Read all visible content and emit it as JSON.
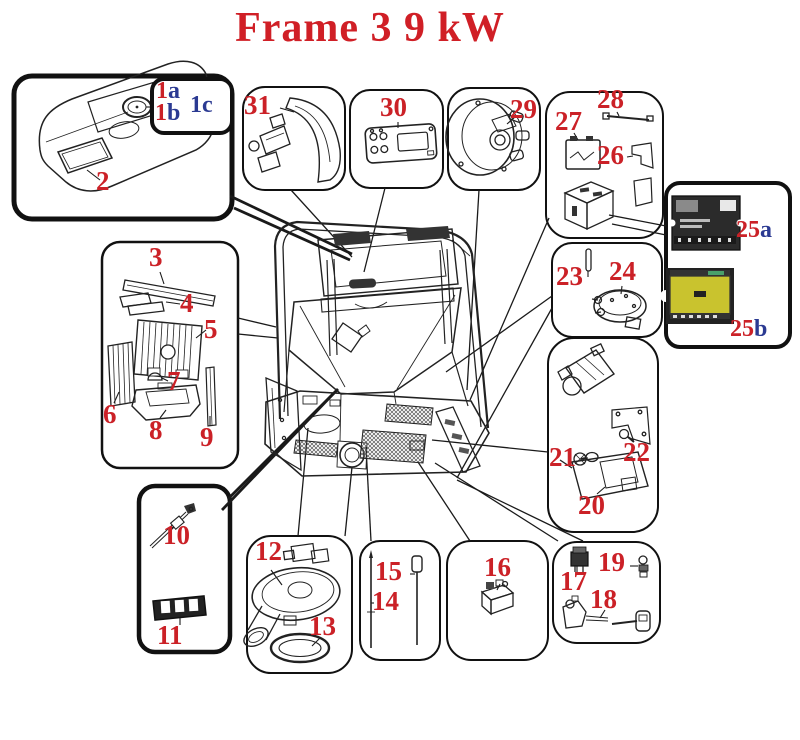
{
  "title": "Frame 3 9 kW",
  "colors": {
    "label_red": "#cb2127",
    "label_blue": "#2b3a92",
    "title_red": "#d01f26",
    "line_ink": "#222222",
    "pcb_photo_dark": "#2b2b2b",
    "pcb_photo_yellow": "#c9c32e"
  },
  "parts": {
    "p1a": {
      "num": "1",
      "suffix": "a"
    },
    "p1b": {
      "num": "1",
      "suffix": "b"
    },
    "p1c": {
      "num": "1",
      "suffix": "c"
    },
    "p2": {
      "num": "2"
    },
    "p3": {
      "num": "3"
    },
    "p4": {
      "num": "4"
    },
    "p5": {
      "num": "5"
    },
    "p6": {
      "num": "6"
    },
    "p7": {
      "num": "7"
    },
    "p8": {
      "num": "8"
    },
    "p9": {
      "num": "9"
    },
    "p10": {
      "num": "10"
    },
    "p11": {
      "num": "11"
    },
    "p12": {
      "num": "12"
    },
    "p13": {
      "num": "13"
    },
    "p14": {
      "num": "14"
    },
    "p15": {
      "num": "15"
    },
    "p16": {
      "num": "16"
    },
    "p17": {
      "num": "17"
    },
    "p18": {
      "num": "18"
    },
    "p19": {
      "num": "19"
    },
    "p20": {
      "num": "20"
    },
    "p21": {
      "num": "21"
    },
    "p22": {
      "num": "22"
    },
    "p23": {
      "num": "23"
    },
    "p24": {
      "num": "24"
    },
    "p25a": {
      "num": "25",
      "suffix": "a"
    },
    "p25b": {
      "num": "25",
      "suffix": "b"
    },
    "p26": {
      "num": "26"
    },
    "p27": {
      "num": "27"
    },
    "p28": {
      "num": "28"
    },
    "p29": {
      "num": "29"
    },
    "p30": {
      "num": "30"
    },
    "p31": {
      "num": "31"
    }
  }
}
